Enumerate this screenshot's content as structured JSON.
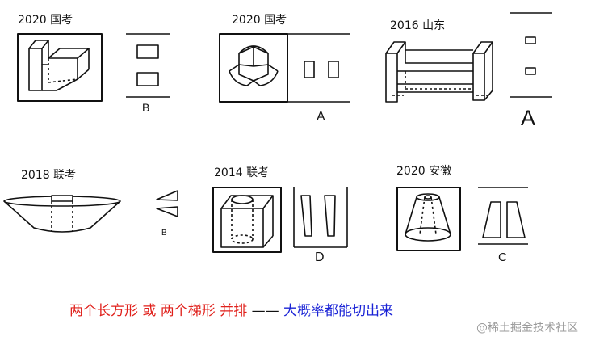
{
  "problems": [
    {
      "label": "2020 国考",
      "answer": "B"
    },
    {
      "label": "2020 国考",
      "answer": "A"
    },
    {
      "label": "2016 山东",
      "answer": "A"
    },
    {
      "label": "2018 联考",
      "answer": "B"
    },
    {
      "label": "2014 联考",
      "answer": "D"
    },
    {
      "label": "2020 安徽",
      "answer": "C"
    }
  ],
  "caption": {
    "part1": "两个长方形 或 两个梯形  并排",
    "dash": " —— ",
    "part2": "大概率都能切出来"
  },
  "watermark": "@稀土掘金技术社区"
}
